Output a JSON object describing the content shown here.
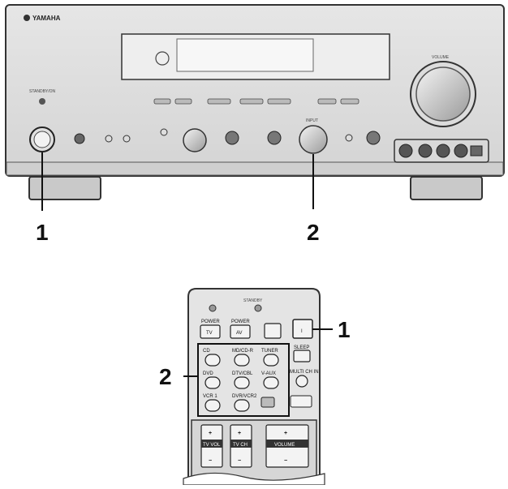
{
  "receiver": {
    "brand": "YAMAHA",
    "standby_on_label": "STANDBY/ON",
    "volume_label": "VOLUME",
    "input_label": "INPUT"
  },
  "remote": {
    "standby_label": "STANDBY",
    "power_tv_label": "POWER",
    "tv_label": "TV",
    "power_av_label": "POWER",
    "av_label": "AV",
    "sleep_label": "SLEEP",
    "multi_ch_label": "MULTI CH IN",
    "input_buttons": [
      "CD",
      "MD/CD-R",
      "TUNER",
      "DVD",
      "DTV/CBL",
      "V-AUX",
      "VCR 1",
      "DVR/VCR2"
    ],
    "tv_vol_label": "TV VOL",
    "tv_ch_label": "TV CH",
    "volume_label": "VOLUME",
    "plus": "+",
    "minus": "−"
  },
  "callouts": {
    "receiver_1": "1",
    "receiver_2": "2",
    "remote_1": "1",
    "remote_2": "2"
  }
}
